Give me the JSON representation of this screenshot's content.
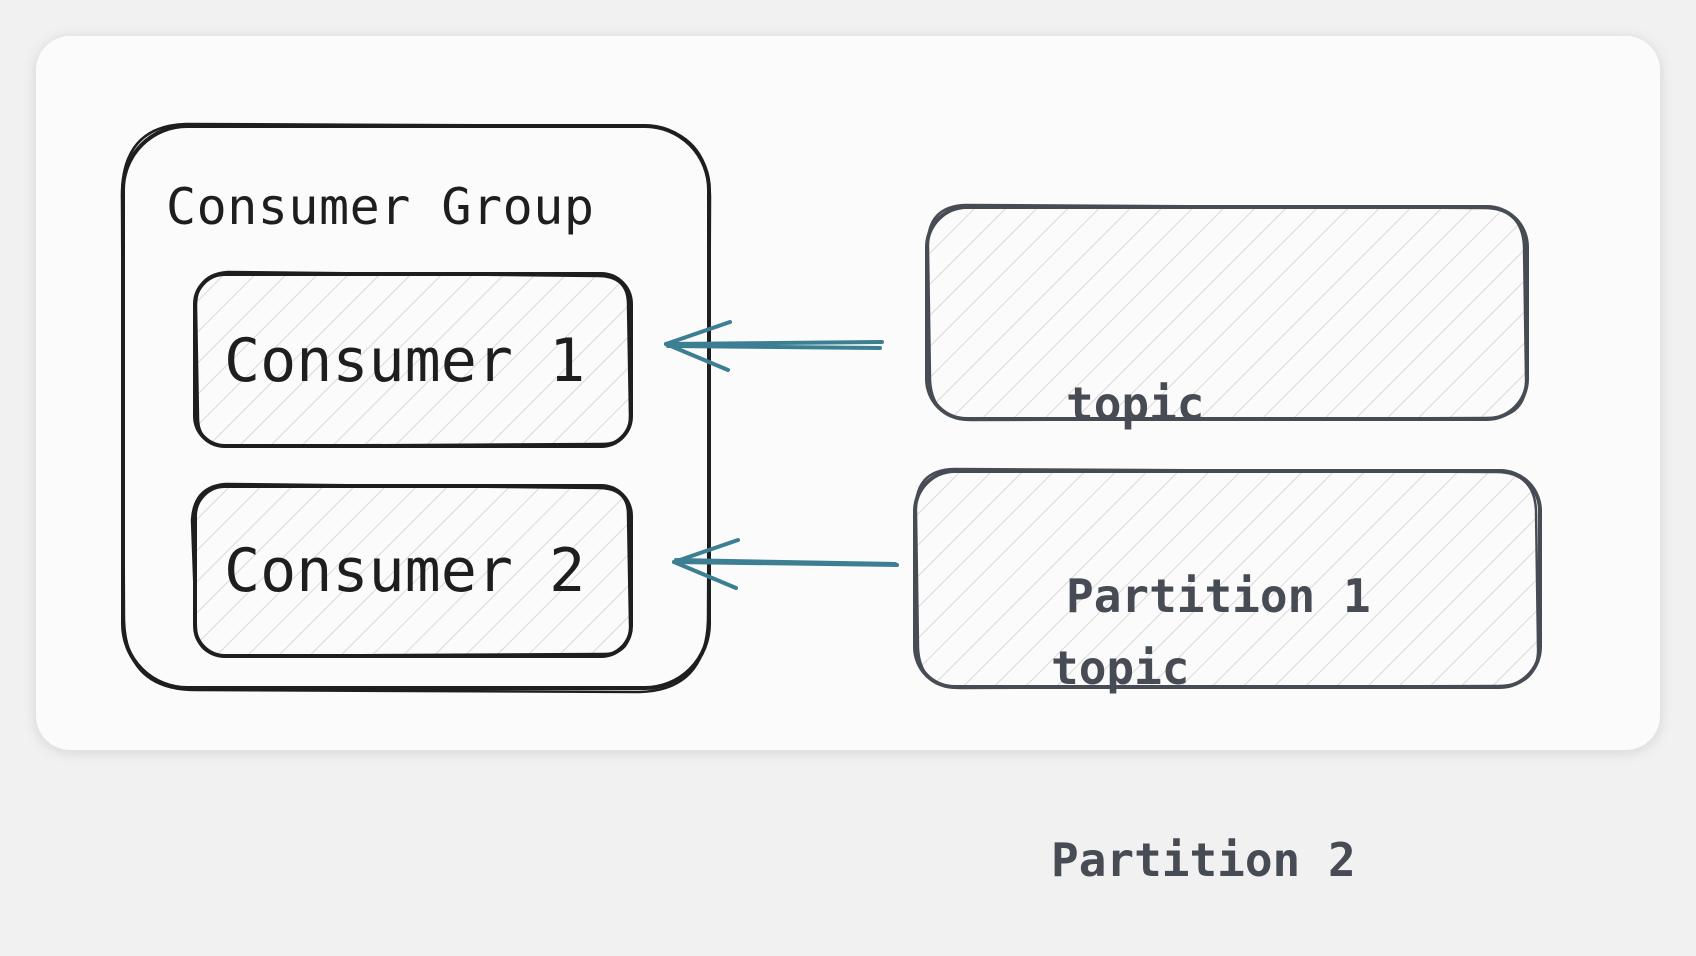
{
  "consumer_group": {
    "title": "Consumer Group",
    "consumers": [
      {
        "label": "Consumer 1"
      },
      {
        "label": "Consumer 2"
      }
    ]
  },
  "topic_partitions": [
    {
      "line1": "topic",
      "line2": "Partition 1"
    },
    {
      "line1": "topic",
      "line2": "Partition 2"
    }
  ],
  "colors": {
    "group_stroke": "#1e1e1e",
    "partition_stroke": "#474c54",
    "arrow": "#3c7f93",
    "hatch": "#d6d6d6"
  }
}
